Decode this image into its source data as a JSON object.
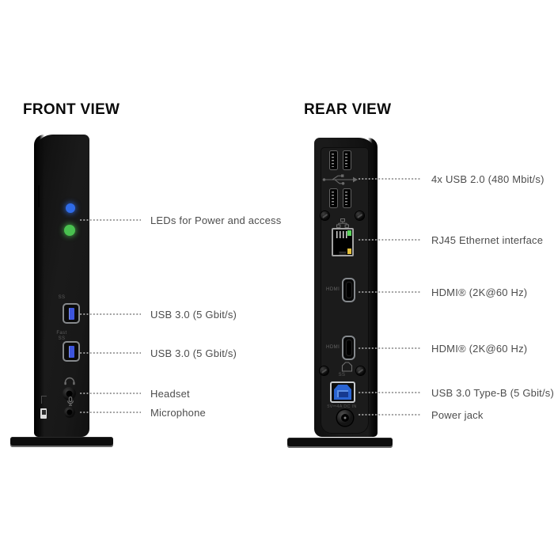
{
  "front": {
    "title": "FRONT VIEW",
    "callouts": [
      {
        "label": "LEDs for Power and access"
      },
      {
        "label": "USB 3.0 (5 Gbit/s)"
      },
      {
        "label": "USB 3.0 (5 Gbit/s)"
      },
      {
        "label": "Headset"
      },
      {
        "label": "Microphone"
      }
    ]
  },
  "rear": {
    "title": "REAR VIEW",
    "callouts": [
      {
        "label": "4x USB 2.0 (480 Mbit/s)"
      },
      {
        "label": "RJ45 Ethernet interface"
      },
      {
        "label": "HDMI® (2K@60 Hz)"
      },
      {
        "label": "HDMI® (2K@60 Hz)"
      },
      {
        "label": "USB 3.0 Type-B (5 Gbit/s)"
      },
      {
        "label": "Power jack"
      }
    ]
  },
  "markings": {
    "usb_ss": "SS",
    "usb_fast": "Fast",
    "hdmi": "HDMI",
    "power_rating": "5V⎓4A DC IN"
  },
  "colors": {
    "title_text": "#0a0a0a",
    "label_text": "#4d4d4d",
    "leader_dot": "#999999",
    "led_power": "#2f6be8",
    "led_access": "#49c14f",
    "usb3_blue": "#3d55dd",
    "usbb_blue": "#2a64d2",
    "rj45_led_green": "#5bd35c",
    "rj45_led_yellow": "#e4c03c"
  }
}
